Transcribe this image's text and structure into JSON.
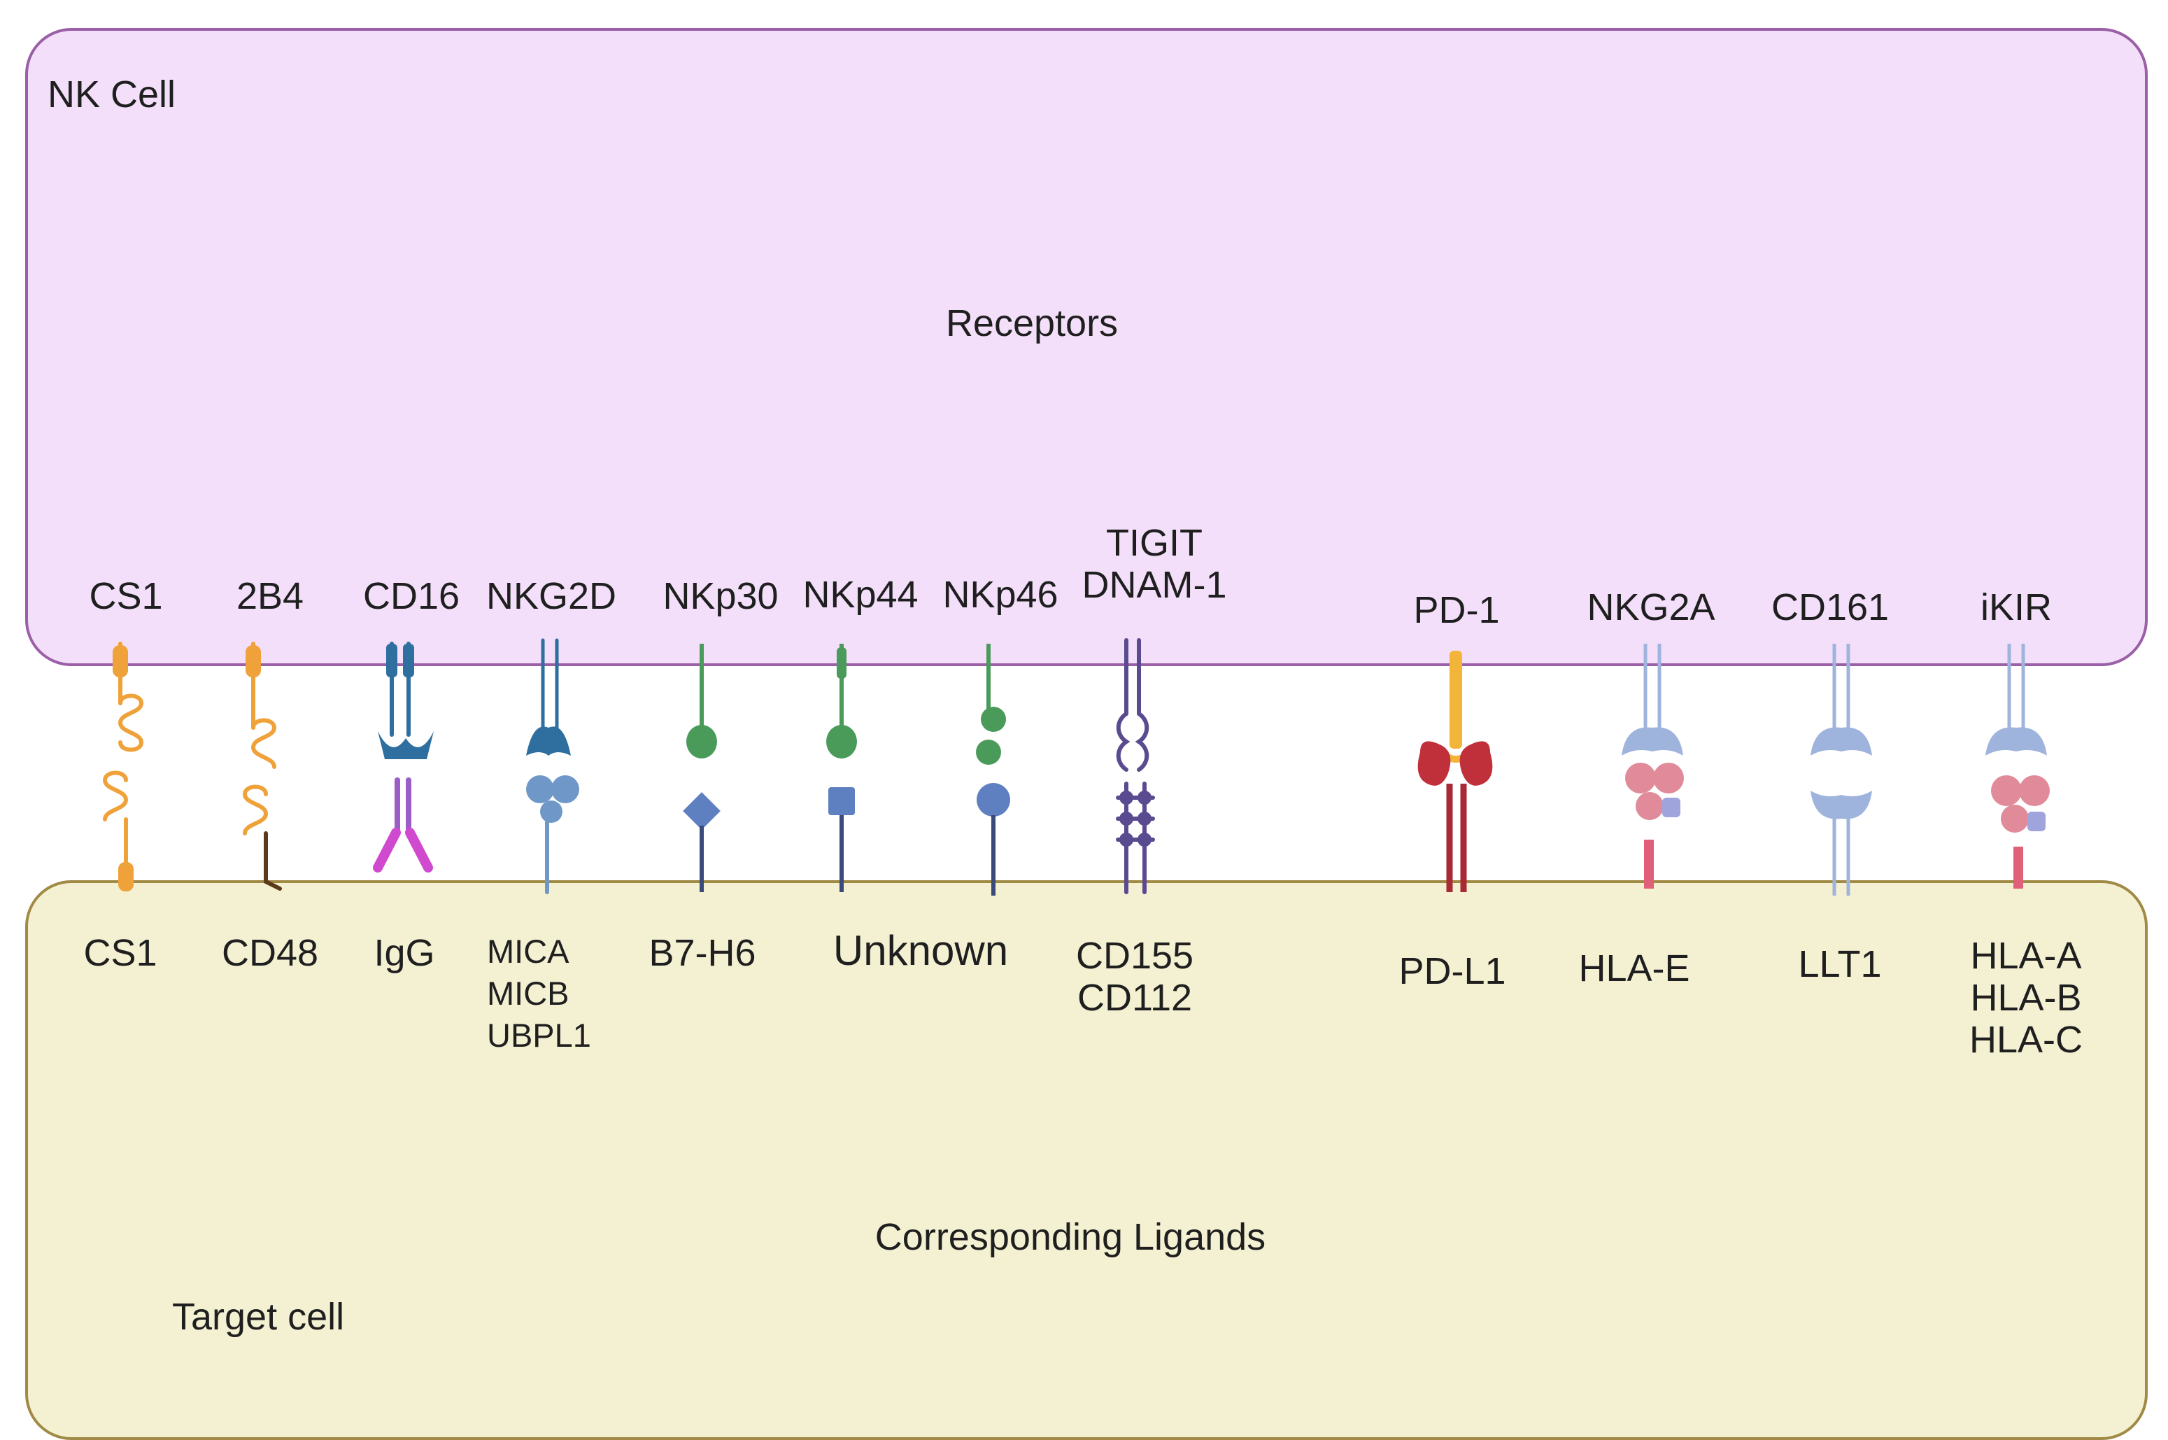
{
  "nk_cell": {
    "title": "NK Cell",
    "section_label": "Receptors"
  },
  "target_cell": {
    "title": "Target cell",
    "section_label": "Corresponding Ligands"
  },
  "receptors": [
    {
      "id": "cs1",
      "label": "CS1",
      "ligand": "CS1",
      "color": "#f0a23a",
      "ligand_color": "#f0a23a"
    },
    {
      "id": "2b4",
      "label": "2B4",
      "ligand": "CD48",
      "color": "#f0a23a",
      "ligand_color": "#f0a23a"
    },
    {
      "id": "cd16",
      "label": "CD16",
      "ligand": "IgG",
      "color": "#2f6f9f",
      "ligand_color": "#9b5ec7"
    },
    {
      "id": "nkg2d",
      "label": "NKG2D",
      "ligand": "MICA\nMICB\nUBPL1",
      "color": "#2f6f9f",
      "ligand_color": "#6f98c8"
    },
    {
      "id": "nkp30",
      "label": "NKp30",
      "ligand": "B7-H6",
      "color": "#4a9a5a",
      "ligand_color": "#5f80c0"
    },
    {
      "id": "nkp44",
      "label": "NKp44",
      "ligand": "Unknown",
      "color": "#4a9a5a",
      "ligand_color": "#5f80c0"
    },
    {
      "id": "nkp46",
      "label": "NKp46",
      "ligand": "",
      "color": "#4a9a5a",
      "ligand_color": "#5f80c0"
    },
    {
      "id": "tigit",
      "label": "TIGIT\nDNAM-1",
      "ligand": "CD155\nCD112",
      "color": "#5a4a8f",
      "ligand_color": "#5a4a8f"
    },
    {
      "id": "pd1",
      "label": "PD-1",
      "ligand": "PD-L1",
      "color": "#f2b53a",
      "ligand_color": "#c0303a"
    },
    {
      "id": "nkg2a",
      "label": "NKG2A",
      "ligand": "HLA-E",
      "color": "#9fb4dc",
      "ligand_color": "#e08a9a"
    },
    {
      "id": "cd161",
      "label": "CD161",
      "ligand": "LLT1",
      "color": "#9fb4dc",
      "ligand_color": "#9fb4dc"
    },
    {
      "id": "ikir",
      "label": "iKIR",
      "ligand": "HLA-A\nHLA-B\nHLA-C",
      "color": "#9fb4dc",
      "ligand_color": "#e08a9a"
    }
  ]
}
